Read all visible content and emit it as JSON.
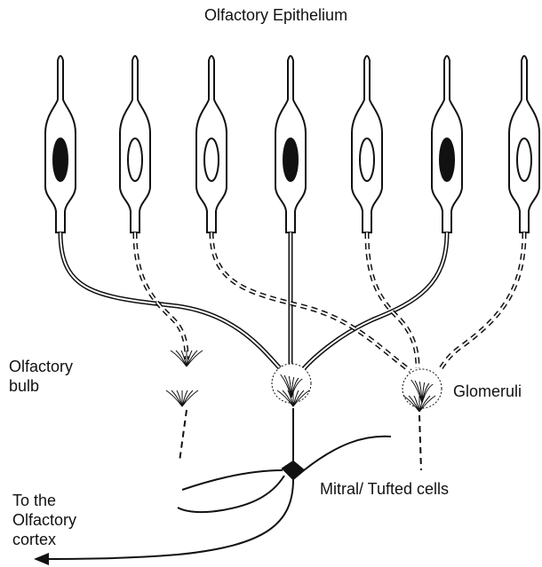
{
  "title": "Olfactory Epithelium",
  "labels": {
    "olfactory_bulb": "Olfactory bulb",
    "glomeruli": "Glomeruli",
    "mitral_tufted": "Mitral/ Tufted cells",
    "cortex": "To the Olfactory cortex"
  },
  "neurons": {
    "count": 7,
    "nucleus_fill": [
      "filled",
      "open",
      "open",
      "filled",
      "open",
      "filled",
      "open"
    ]
  },
  "colors": {
    "line": "#111111",
    "background": "#ffffff"
  }
}
